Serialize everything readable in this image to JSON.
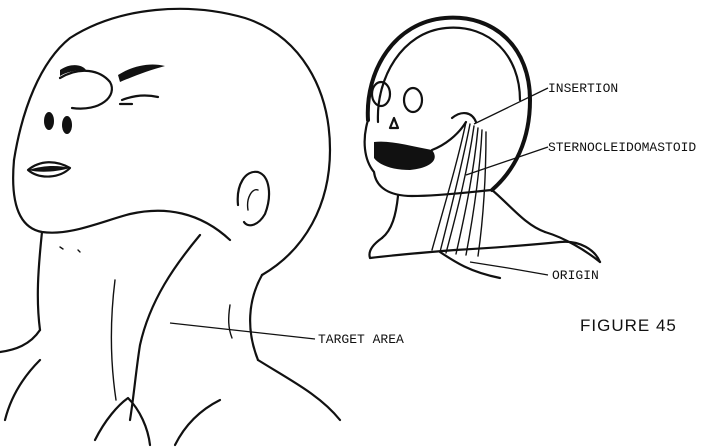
{
  "labels": {
    "insertion": "INSERTION",
    "sternocleidomastoid": "STERNOCLEIDOMASTOID",
    "origin": "ORIGIN",
    "target_area": "TARGET AREA"
  },
  "caption": "FIGURE 45",
  "colors": {
    "ink": "#111111",
    "background": "#ffffff"
  }
}
